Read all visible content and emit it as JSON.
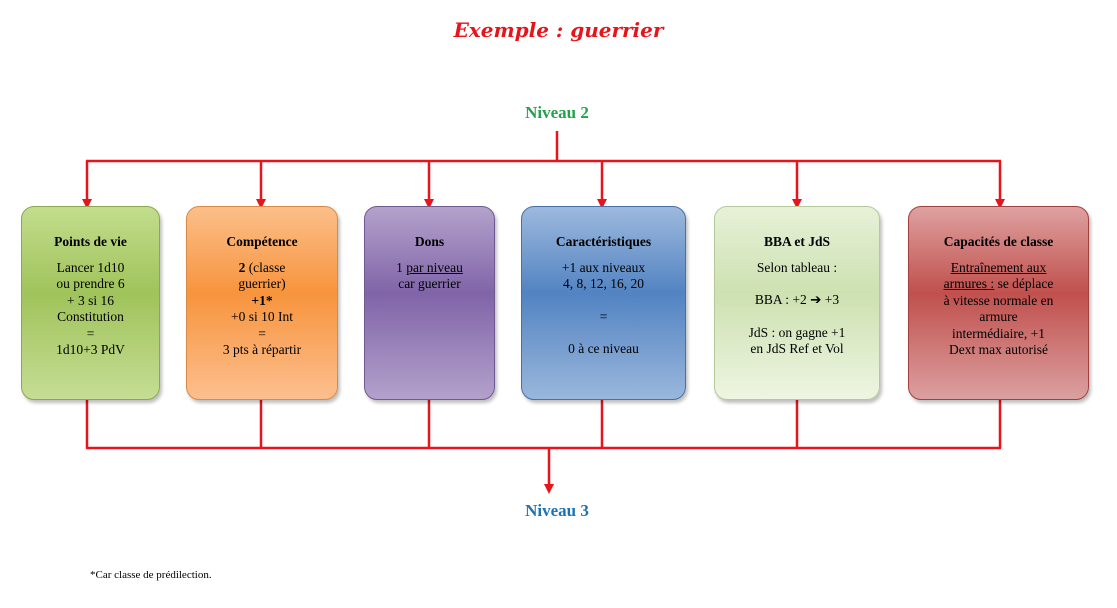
{
  "title": "Exemple : guerrier",
  "level_top": "Niveau 2",
  "level_bottom": "Niveau 3",
  "colors": {
    "connector": "#e8141c",
    "title": "#e8141c",
    "level_top": "#23a24d",
    "level_bottom": "#1c72b8"
  },
  "boxes": {
    "hp": {
      "title": "Points de vie",
      "lines": [
        "Lancer 1d10",
        "ou prendre 6",
        "+ 3 si 16",
        "Constitution",
        "=",
        "1d10+3 PdV"
      ]
    },
    "skill": {
      "title": "Compétence",
      "value": "2",
      "value_suffix": " (classe",
      "line2": "guerrier)",
      "bonus": "+1*",
      "line4": "+0 si 10 Int",
      "line5": "=",
      "line6": "3 pts à répartir"
    },
    "feats": {
      "title": "Dons",
      "prefix": "1 ",
      "underlined": "par niveau",
      "line2": "car guerrier"
    },
    "stats": {
      "title": "Caractéristiques",
      "line1": "+1 aux niveaux",
      "line2": "4, 8, 12, 16, 20",
      "line3": "=",
      "line4": "0 à ce niveau"
    },
    "bba": {
      "title": "BBA et JdS",
      "line1": "Selon tableau :",
      "line2_prefix": "BBA : +2",
      "arrow": "➔",
      "line2_suffix": "+3",
      "line3": "JdS : on gagne +1",
      "line4": "en JdS Ref et Vol"
    },
    "class": {
      "title": "Capacités de classe",
      "underlined1": "Entraînement aux",
      "underlined2": "armures :",
      "rest2": " se déplace",
      "line3": "à vitesse normale en",
      "line4": "armure",
      "line5": "intermédiaire, +1",
      "line6": "Dext max autorisé"
    }
  },
  "footnote": "*Car classe de prédilection."
}
